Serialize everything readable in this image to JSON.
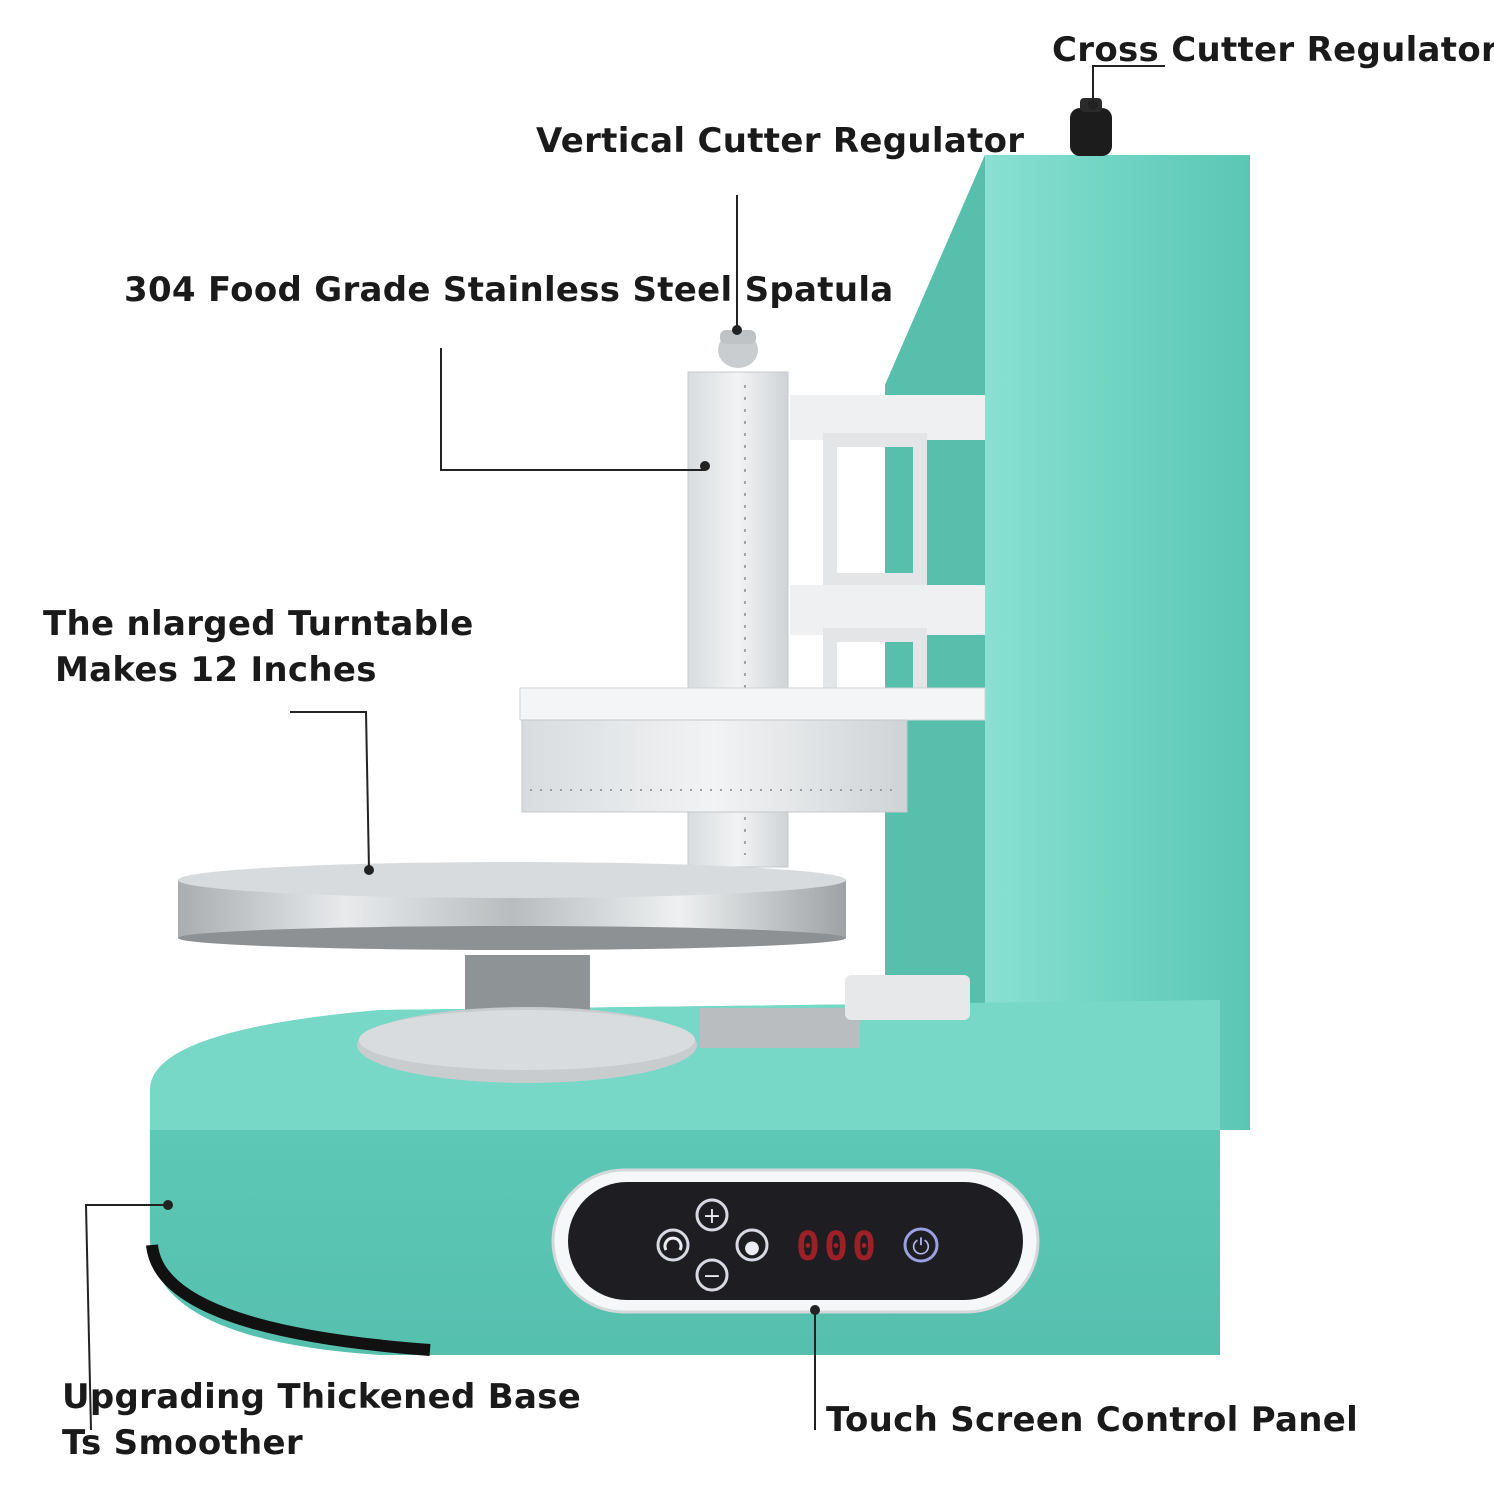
{
  "labels": {
    "cross_cutter": "Cross Cutter Regulator",
    "vertical_cutter": "Vertical Cutter Regulator",
    "spatula": "304 Food Grade Stainless Steel Spatula",
    "turntable_line1": "The nlarged Turntable",
    "turntable_line2": "Makes 12 Inches",
    "base_line1": "Upgrading Thickened Base",
    "base_line2": "Ts Smoother",
    "control_panel": "Touch Screen Control Panel"
  },
  "control_panel": {
    "display": "000",
    "button_plus": "+",
    "button_minus": "−",
    "button_start": "●",
    "button_power": "⏻"
  },
  "colors": {
    "machine_body": "#6fd4c3",
    "machine_shadow": "#4fb8a6",
    "panel": "#1e1e22",
    "steel": "#cfd3d6",
    "display_red": "#d0202a",
    "leader_line": "#222222"
  }
}
